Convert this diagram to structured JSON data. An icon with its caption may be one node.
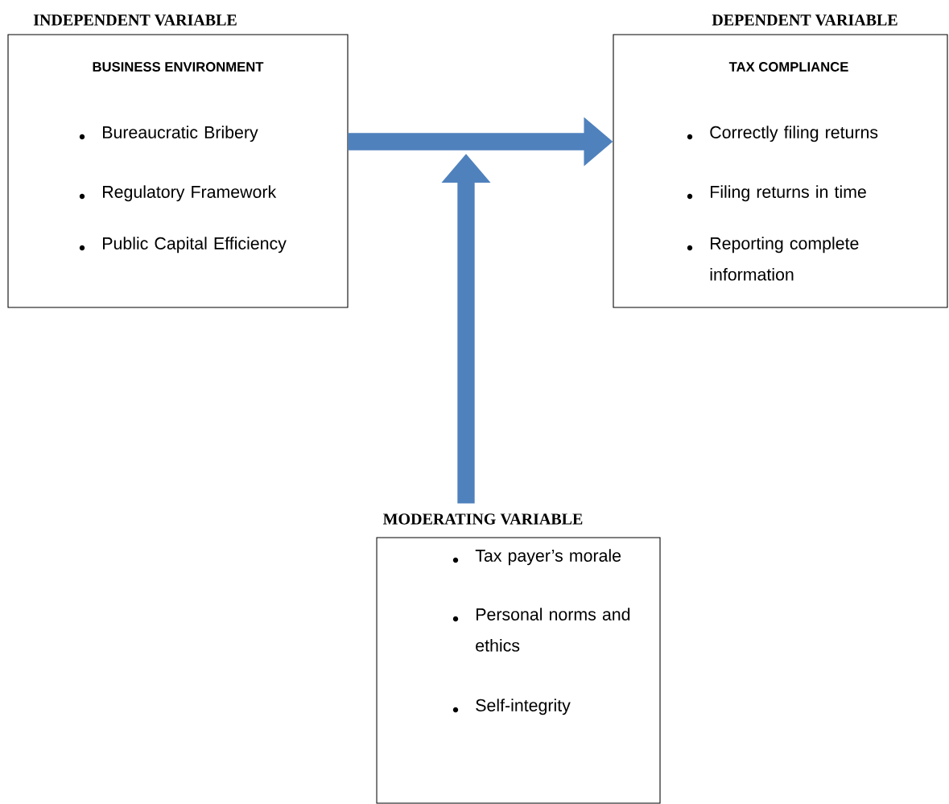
{
  "diagram": {
    "nodes": [
      {
        "text": [
          "INDEPENDENT VARIABLE",
          "BUSINESS ENVIRONMENT",
          "Bureaucratic Bribery",
          "Regulatory Framework",
          "Public Capital Efficiency"
        ]
      },
      {
        "text": [
          "DEPENDENT VARIABLE",
          "TAX COMPLIANCE",
          "Correctly filing returns",
          "Filing returns in time",
          "Reporting complete information"
        ]
      },
      {
        "text": [
          "MODERATING VARIABLE",
          "Tax payer’s morale",
          "Personal norms and ethics",
          "Self-integrity"
        ]
      }
    ],
    "edges": [
      {
        "from": 0,
        "to": 1,
        "arrow": "to"
      },
      {
        "from": 2,
        "to": null,
        "arrow": "to"
      }
    ]
  }
}
